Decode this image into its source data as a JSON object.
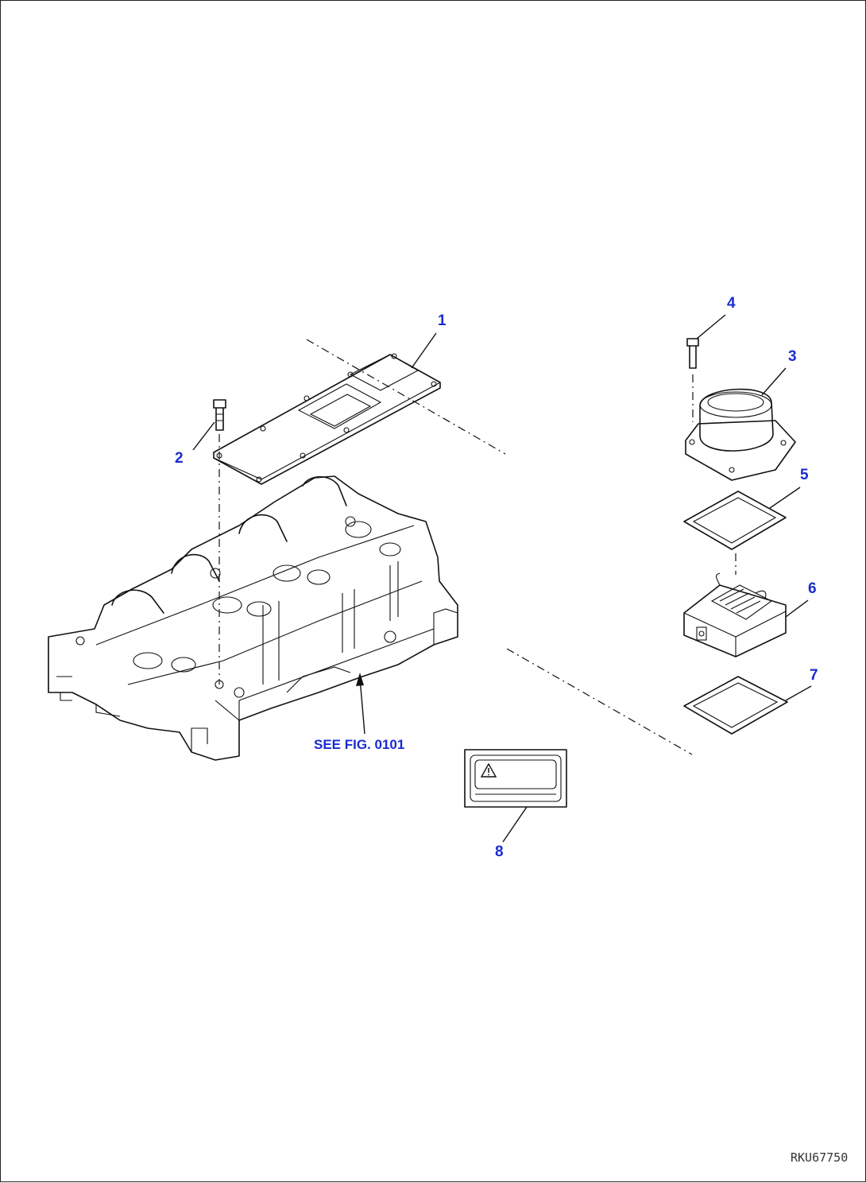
{
  "callouts": {
    "p1": "1",
    "p2": "2",
    "p3": "3",
    "p4": "4",
    "p5": "5",
    "p6": "6",
    "p7": "7",
    "p8": "8"
  },
  "reference": "SEE FIG. 0101",
  "drawing_number": "RKU67750",
  "colors": {
    "callout_text": "#1a2ccf",
    "line_art": "#111111"
  }
}
